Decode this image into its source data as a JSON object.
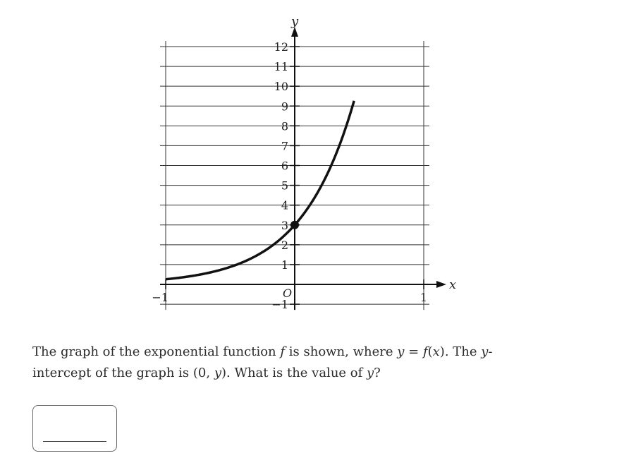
{
  "chart_data": {
    "type": "line",
    "xlabel": "x",
    "ylabel": "y",
    "xlim": [
      -1,
      1
    ],
    "ylim": [
      -1,
      12
    ],
    "x_ticks": [
      -1,
      1
    ],
    "x_tick_labels": [
      "−1",
      "1"
    ],
    "y_ticks": [
      -1,
      1,
      2,
      3,
      4,
      5,
      6,
      7,
      8,
      9,
      10,
      11,
      12
    ],
    "y_tick_labels": [
      "−1",
      "1",
      "2",
      "3",
      "4",
      "5",
      "6",
      "7",
      "8",
      "9",
      "10",
      "11",
      "12"
    ],
    "origin_label": "O",
    "grid": true,
    "curve": {
      "function": "exponential",
      "a": 3,
      "b": 11.6,
      "x_range": [
        -1,
        0.46
      ]
    },
    "points": [
      {
        "x": 0,
        "y": 3
      }
    ]
  },
  "question": {
    "p1": "The graph of the exponential function ",
    "f": "f",
    "p2": " is shown, where ",
    "eq_y": "y",
    "eq_eq": " = ",
    "eq_f": "f",
    "eq_open": "(",
    "eq_x": "x",
    "eq_close": ")",
    "p3": ". The ",
    "yword": "y",
    "p4": "-intercept of the graph is ",
    "pt_open": "(0, ",
    "pt_y": "y",
    "pt_close": ")",
    "p5": ". What is the value of ",
    "end_y": "y",
    "p6": "?"
  },
  "answer": {
    "value": ""
  }
}
